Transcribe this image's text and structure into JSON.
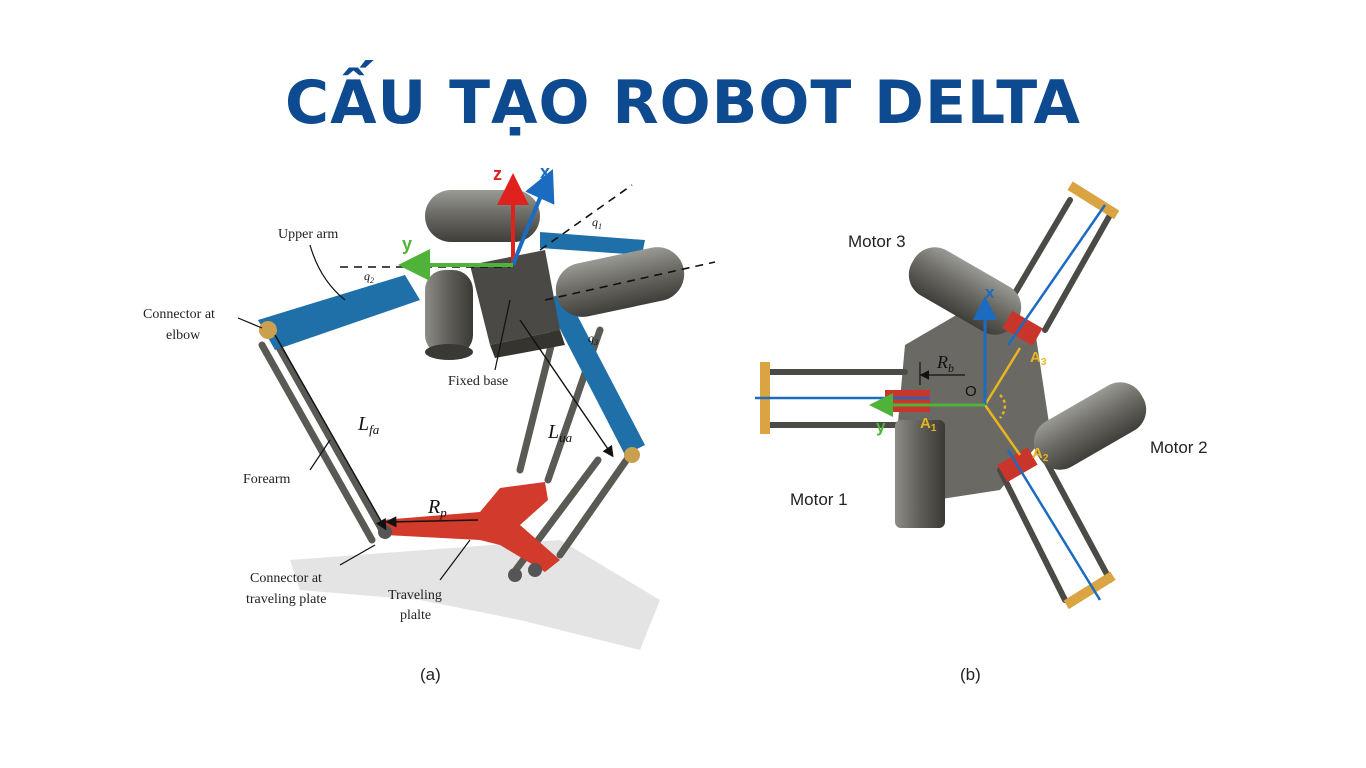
{
  "title": "CẤU TẠO ROBOT DELTA",
  "colors": {
    "title": "#0d4a8f",
    "arm": "#1f6fa8",
    "plate": "#d23a2c",
    "axis_x": "#1b6cc0",
    "axis_y": "#4fb33a",
    "axis_z": "#e0221f",
    "angle": "#e8b521"
  },
  "fig_a": {
    "caption": "(a)",
    "labels": {
      "upper_arm": "Upper arm",
      "connector_elbow_1": "Connector at",
      "connector_elbow_2": "elbow",
      "fixed_base": "Fixed base",
      "forearm": "Forearm",
      "connector_plate_1": "Connector at",
      "connector_plate_2": "traveling plate",
      "traveling_plate_1": "Traveling",
      "traveling_plate_2": "plalte",
      "l_fa": "L",
      "l_fa_sub": "fa",
      "l_ua": "L",
      "l_ua_sub": "ua",
      "r_p": "R",
      "r_p_sub": "p",
      "q1": "q",
      "q1_sub": "1",
      "q2": "q",
      "q2_sub": "2",
      "q3": "q",
      "q3_sub": "3",
      "axis_z": "z",
      "axis_x": "x",
      "axis_y": "y"
    }
  },
  "fig_b": {
    "caption": "(b)",
    "labels": {
      "motor_1": "Motor 1",
      "motor_2": "Motor 2",
      "motor_3": "Motor 3",
      "axis_x": "x",
      "axis_y": "y",
      "origin": "O",
      "r_b": "R",
      "r_b_sub": "b",
      "a1": "A",
      "a1_sub": "1",
      "a2": "A",
      "a2_sub": "2",
      "a3": "A",
      "a3_sub": "3"
    }
  }
}
